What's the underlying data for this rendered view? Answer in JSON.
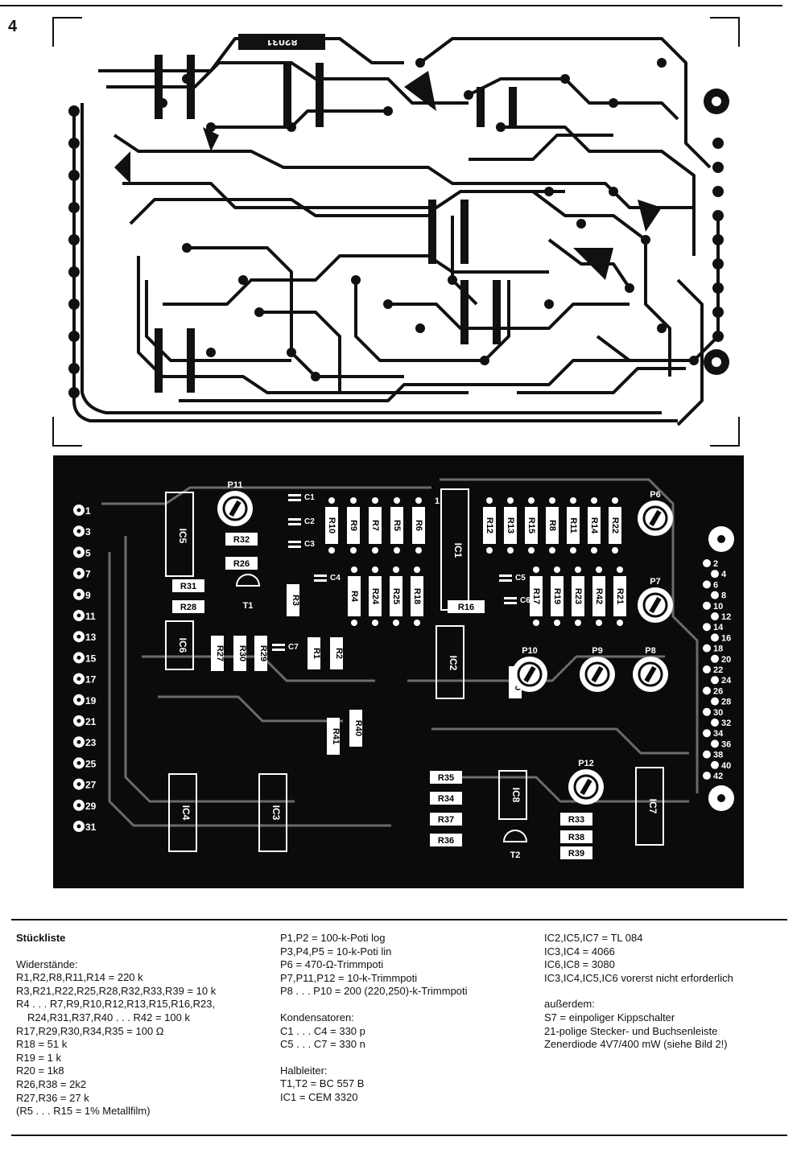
{
  "figure_number": "4",
  "board_code": "82031",
  "silkscreen": {
    "pins_left": [
      "1",
      "3",
      "5",
      "7",
      "9",
      "11",
      "13",
      "15",
      "17",
      "19",
      "21",
      "23",
      "25",
      "27",
      "29",
      "31"
    ],
    "pins_right": [
      "2",
      "4",
      "6",
      "8",
      "10",
      "12",
      "14",
      "16",
      "18",
      "20",
      "22",
      "24",
      "26",
      "28",
      "30",
      "32",
      "34",
      "36",
      "38",
      "40",
      "42"
    ],
    "ics": [
      "IC5",
      "IC6",
      "IC1",
      "IC2",
      "IC4",
      "IC3",
      "IC8",
      "IC7"
    ],
    "resistors_row1": [
      "R10",
      "R9",
      "R7",
      "R5",
      "R6"
    ],
    "resistors_row1_right": [
      "R12",
      "R13",
      "R15",
      "R8",
      "R11",
      "R14",
      "R22"
    ],
    "resistors_row2": [
      "R4",
      "R24",
      "R25",
      "R18"
    ],
    "resistors_row2_right": [
      "R17",
      "R19",
      "R23",
      "R42",
      "R21"
    ],
    "caps": [
      "C1",
      "C2",
      "C3",
      "C4",
      "C5",
      "C6",
      "C7"
    ],
    "pots": [
      "P11",
      "P6",
      "P7",
      "P10",
      "P9",
      "P8",
      "P12"
    ],
    "transistors": [
      "T1",
      "T2"
    ],
    "misc": [
      "R32",
      "R26",
      "R31",
      "R28",
      "R27",
      "R30",
      "R29",
      "R3",
      "R1",
      "R2",
      "R16",
      "R20",
      "R41",
      "R40",
      "R35",
      "R34",
      "R37",
      "R36",
      "R33",
      "R38",
      "R39"
    ],
    "pin_one": "1"
  },
  "parts_list": {
    "title": "Stückliste",
    "col1": [
      {
        "t": "Widerstände:"
      },
      {
        "t": "R1,R2,R8,R11,R14 = 220 k"
      },
      {
        "t": "R3,R21,R22,R25,R28,R32,R33,R39 = 10 k"
      },
      {
        "t": "R4 . . . R7,R9,R10,R12,R13,R15,R16,R23,"
      },
      {
        "t": "R24,R31,R37,R40 . . . R42 = 100 k"
      },
      {
        "t": "R17,R29,R30,R34,R35 = 100 Ω"
      },
      {
        "t": "R18 = 51 k"
      },
      {
        "t": "R19 = 1 k"
      },
      {
        "t": "R20 = 1k8"
      },
      {
        "t": "R26,R38 = 2k2"
      },
      {
        "t": "R27,R36 = 27 k"
      },
      {
        "t": "(R5 . . . R15 = 1% Metallfilm)"
      }
    ],
    "col2": [
      {
        "t": "P1,P2 = 100-k-Poti log"
      },
      {
        "t": "P3,P4,P5 = 10-k-Poti lin"
      },
      {
        "t": "P6 = 470-Ω-Trimmpoti"
      },
      {
        "t": "P7,P11,P12 = 10-k-Trimmpoti"
      },
      {
        "t": "P8 . . . P10 = 200 (220,250)-k-Trimmpoti"
      },
      {
        "t": "Kondensatoren:"
      },
      {
        "t": "C1 . . . C4 = 330 p"
      },
      {
        "t": "C5 . . . C7 = 330 n"
      },
      {
        "t": "Halbleiter:"
      },
      {
        "t": "T1,T2 = BC 557 B"
      },
      {
        "t": "IC1 = CEM 3320"
      }
    ],
    "col3": [
      {
        "t": "IC2,IC5,IC7 = TL 084"
      },
      {
        "t": "IC3,IC4 = 4066"
      },
      {
        "t": "IC6,IC8 = 3080"
      },
      {
        "t": "IC3,IC4,IC5,IC6 vorerst nicht erforderlich"
      },
      {
        "t": "außerdem:"
      },
      {
        "t": "S7 = einpoliger Kippschalter"
      },
      {
        "t": "21-polige Stecker- und Buchsenleiste"
      },
      {
        "t": "Zenerdiode 4V7/400 mW (siehe Bild 2!)"
      }
    ]
  }
}
